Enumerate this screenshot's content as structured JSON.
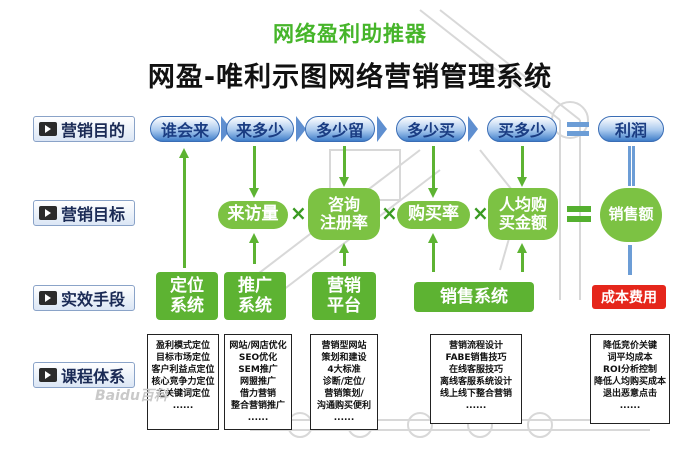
{
  "header": {
    "subtitle": "网络盈利助推器",
    "title": "网盈-唯利示图网络营销管理系统"
  },
  "row_labels": [
    "营销目的",
    "营销目标",
    "实效手段",
    "课程体系"
  ],
  "purposes": [
    "谁会来",
    "来多少",
    "多少留",
    "多少买",
    "买多少"
  ],
  "purpose_result": "利润",
  "targets": [
    "来访量",
    "咨询\n注册率",
    "购买率",
    "人均购\n买金额"
  ],
  "target_result": "销售额",
  "operator_times": "×",
  "means": [
    "定位\n系统",
    "推广\n系统",
    "营销\n平台",
    "销售系统"
  ],
  "cost_label": "成本费用",
  "courses": [
    [
      "盈利模式定位",
      "目标市场定位",
      "客户利益点定位",
      "核心竞争力定位",
      "主关键词定位",
      "......"
    ],
    [
      "网站/网店优化",
      "SEO优化",
      "SEM推广",
      "网盟推广",
      "借力营销",
      "整合营销推广",
      "......"
    ],
    [
      "营销型网站",
      "策划和建设",
      "4大标准",
      "诊断/定位/",
      "营销策划/",
      "沟通购买便利",
      "......"
    ],
    [
      "营销流程设计",
      "FABE销售技巧",
      "在线客服技巧",
      "离线客服系统设计",
      "线上线下整合营销",
      "......"
    ],
    [
      "降低竞价关键",
      "词平均成本",
      "ROI分析控制",
      "降低人均购买成本",
      "退出恶意点击",
      "......"
    ]
  ],
  "watermark": "Baidu百科",
  "colors": {
    "accent_green": "#5db332",
    "title_green": "#46b52a",
    "pill_blue": "#3f7dc9",
    "cost_red": "#e5261b"
  }
}
